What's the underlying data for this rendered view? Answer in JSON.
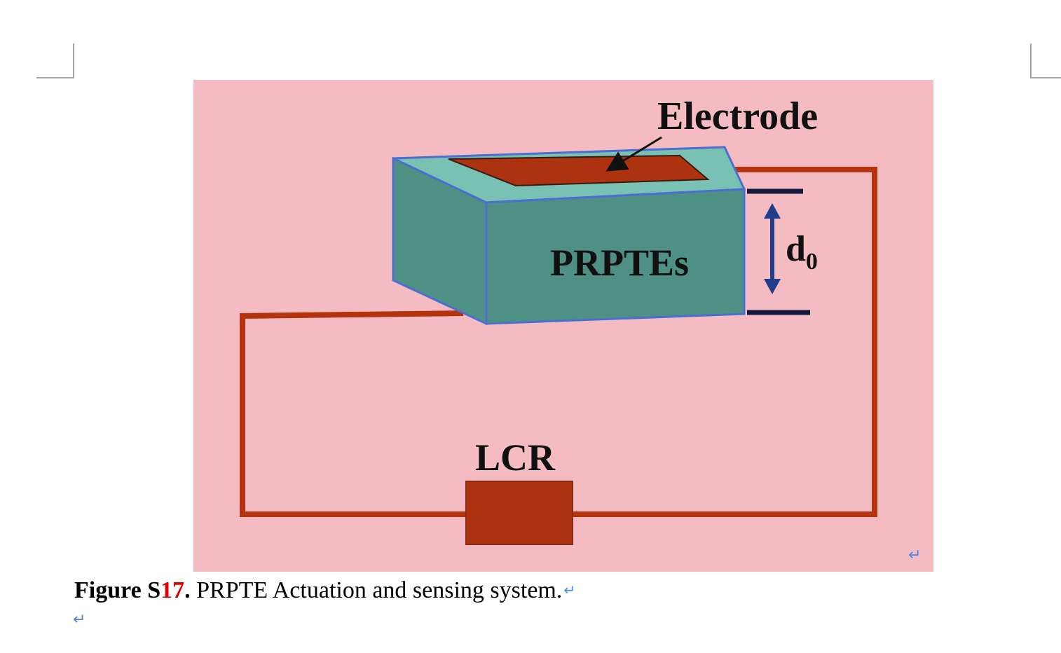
{
  "figure": {
    "labels": {
      "electrode": "Electrode",
      "device": "PRPTEs",
      "thickness": "d",
      "thickness_subscript": "0",
      "meter": "LCR"
    },
    "colors": {
      "background": "#f4bcc2",
      "block_front": "#4f9084",
      "block_top": "#78c1b3",
      "block_side": "#4f9084",
      "block_edge": "#4a6fd0",
      "electrode": "#ad3210",
      "wire": "#b5320f",
      "arrow": "#203c8a"
    }
  },
  "caption": {
    "prefix": "Figure S",
    "number": "17",
    "period": ".",
    "text": " PRPTE Actuation and sensing system.",
    "paragraph_mark": "↵"
  },
  "paragraph_marks": {
    "figure_end": "↵",
    "empty_line": "↵"
  }
}
